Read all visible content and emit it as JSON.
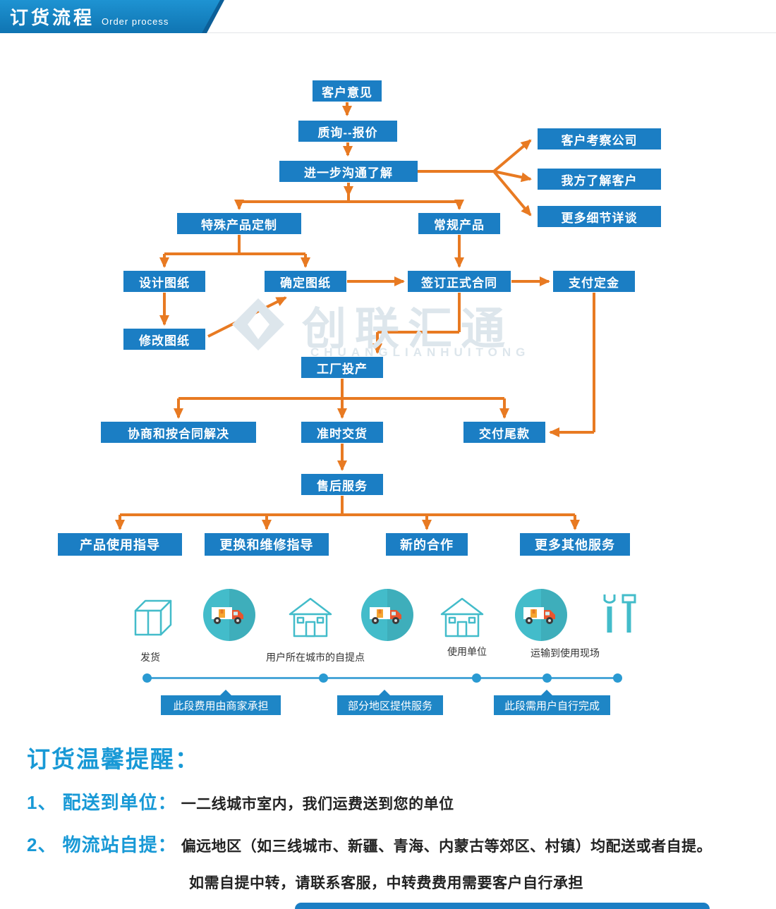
{
  "header": {
    "title": "订货流程",
    "subtitle": "Order process"
  },
  "watermark": {
    "brand": "创联汇通",
    "brand_latin": "CHUANGLIANHUITONG"
  },
  "flow": {
    "nodes": {
      "customer_opinion": "客户意见",
      "inquiry_quote": "质询--报价",
      "further_communication": "进一步沟通了解",
      "customer_visit": "客户考察公司",
      "know_customer": "我方了解客户",
      "more_details": "更多细节详谈",
      "special_custom": "特殊产品定制",
      "regular_product": "常规产品",
      "design_drawing": "设计图纸",
      "confirm_drawing": "确定图纸",
      "sign_contract": "签订正式合同",
      "pay_deposit": "支付定金",
      "modify_drawing": "修改图纸",
      "factory_production": "工厂投产",
      "negotiate_by_contract": "协商和按合同解决",
      "on_time_delivery": "准时交货",
      "pay_balance": "交付尾款",
      "after_sales": "售后服务",
      "usage_guide": "产品使用指导",
      "replace_repair_guide": "更换和维修指导",
      "new_cooperation": "新的合作",
      "more_services": "更多其他服务"
    }
  },
  "logistics": {
    "stage_labels": {
      "ship": "发货",
      "pickup_point": "用户所在城市的自提点",
      "use_unit": "使用单位",
      "transport_site": "运输到使用现场"
    },
    "segment_tags": {
      "merchant_pay": "此段费用由商家承担",
      "partial_service": "部分地区提供服务",
      "user_complete": "此段需用户自行完成"
    },
    "icons": [
      "package-icon",
      "delivery-truck-icon",
      "pickup-house-icon",
      "delivery-truck-icon",
      "use-unit-house-icon",
      "delivery-truck-icon",
      "tools-icon"
    ]
  },
  "notice": {
    "title": "订货温馨提醒：",
    "items": [
      {
        "label": "1、 配送到单位：",
        "text": "一二线城市室内，我们运费送到您的单位"
      },
      {
        "label": "2、 物流站自提：",
        "text": "偏远地区（如三线城市、新疆、青海、内蒙古等郊区、村镇）均配送或者自提。"
      }
    ],
    "extra": "如需自提中转，请联系客服，中转费费用需要客户自行承担"
  },
  "colors": {
    "primary_blue": "#1b7ec4",
    "arrow_orange": "#e87a22",
    "teal": "#43bcca",
    "notice_blue": "#1899d6"
  }
}
